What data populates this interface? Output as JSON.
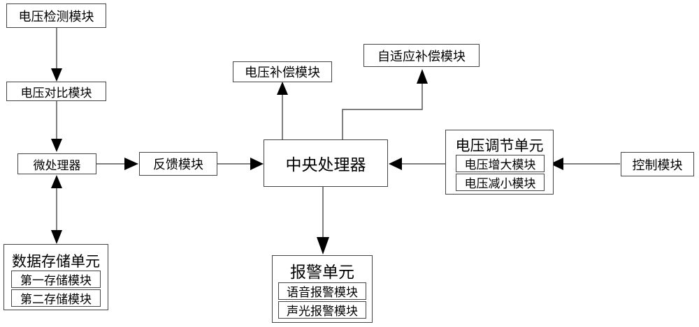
{
  "nodes": {
    "voltage_detect": "电压检测模块",
    "voltage_compare": "电压对比模块",
    "microprocessor": "微处理器",
    "feedback": "反馈模块",
    "cpu": "中央处理器",
    "voltage_comp": "电压补偿模块",
    "adaptive_comp": "自适应补偿模块",
    "control": "控制模块"
  },
  "groups": {
    "storage": {
      "title": "数据存储单元",
      "items": [
        "第一存储模块",
        "第二存储模块"
      ]
    },
    "regulation": {
      "title": "电压调节单元",
      "items": [
        "电压增大模块",
        "电压减小模块"
      ]
    },
    "alarm": {
      "title": "报警单元",
      "items": [
        "语音报警模块",
        "声光报警模块"
      ]
    }
  }
}
